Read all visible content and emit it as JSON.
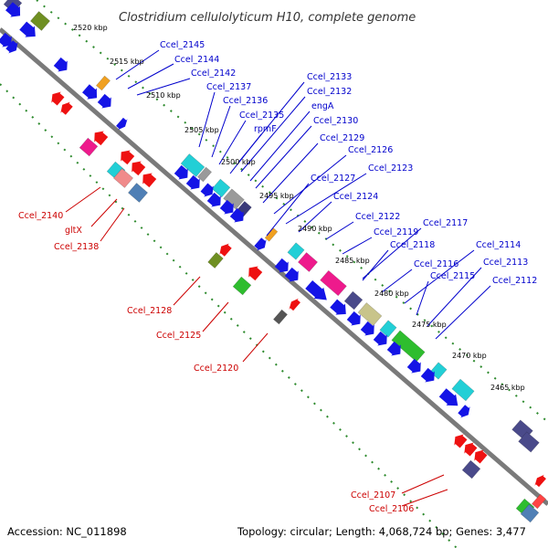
{
  "title": "Clostridium cellulolyticum H10, complete genome",
  "footer": {
    "accession": "Accession: NC_011898",
    "topology": "Topology: circular; Length: 4,068,724 bp; Genes: 3,477"
  },
  "kbp_ticks": [
    "2520 kbp",
    "2515 kbp",
    "2510 kbp",
    "2505 kbp",
    "2500 kbp",
    "2495 kbp",
    "2490 kbp",
    "2485 kbp",
    "2480 kbp",
    "2475 kbp",
    "2470 kbp",
    "2465 kbp"
  ],
  "forward_genes": [
    "Ccel_2145",
    "Ccel_2144",
    "Ccel_2142",
    "Ccel_2137",
    "Ccel_2136",
    "Ccel_2135",
    "rpmF",
    "Ccel_2133",
    "Ccel_2132",
    "engA",
    "Ccel_2130",
    "Ccel_2129",
    "Ccel_2126",
    "Ccel_2123",
    "Ccel_2127",
    "Ccel_2124",
    "Ccel_2122",
    "Ccel_2119",
    "Ccel_2117",
    "Ccel_2118",
    "Ccel_2116",
    "Ccel_2114",
    "Ccel_2115",
    "Ccel_2113",
    "Ccel_2112"
  ],
  "reverse_genes": [
    "Ccel_2140",
    "gltX",
    "Ccel_2138",
    "Ccel_2128",
    "Ccel_2125",
    "Ccel_2120",
    "Ccel_2107",
    "Ccel_2106"
  ],
  "colors": {
    "forward_label": "#0000cc",
    "reverse_label": "#cc0000",
    "forward_arrow": "#1414e6",
    "reverse_arrow": "#ee1111",
    "backbone": "#808080",
    "dots": "#2d8a2d",
    "cyan": "#22cfd6",
    "magenta": "#ee1a8c",
    "olive": "#6f8f22",
    "green": "#2ebd2e",
    "purple": "#4a4a8a",
    "khaki": "#c8c48a",
    "steel": "#4f7fb5",
    "pink": "#f08a8a",
    "gray": "#9a9a9a",
    "orange": "#f0a020"
  }
}
